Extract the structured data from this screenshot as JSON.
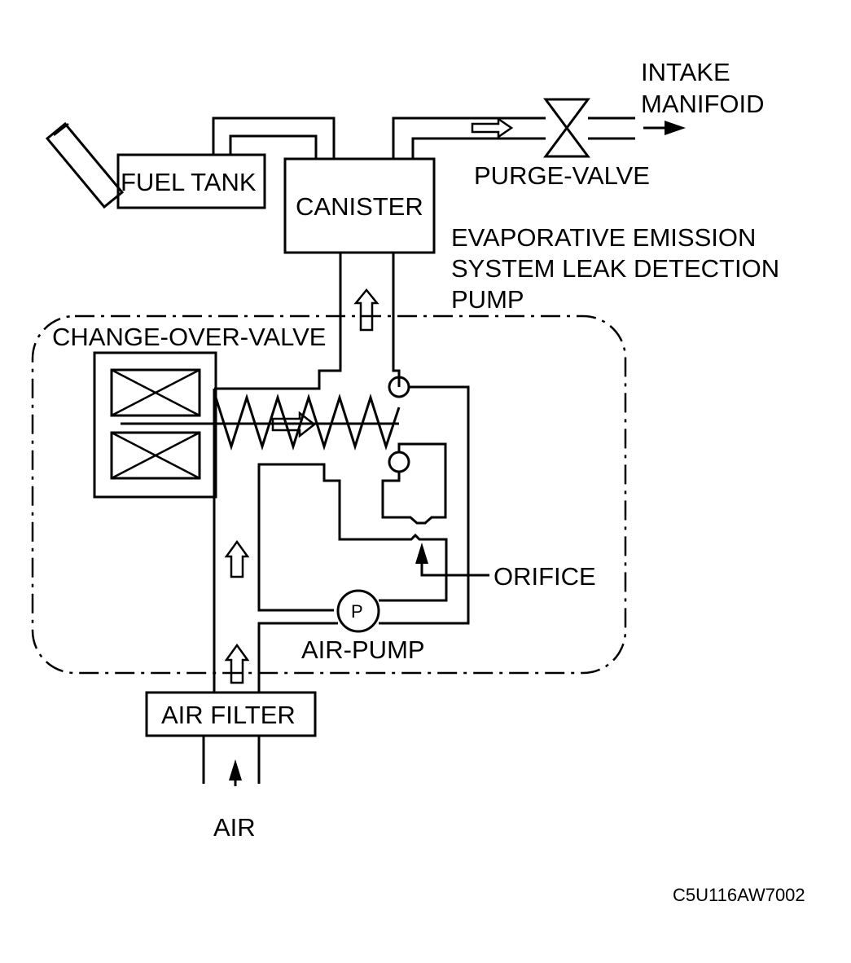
{
  "labels": {
    "intake_manifold_line1": "INTAKE",
    "intake_manifold_line2": "MANIFOID",
    "purge_valve": "PURGE-VALVE",
    "fuel_tank": "FUEL TANK",
    "canister": "CANISTER",
    "leak_pump_line1": "EVAPORATIVE EMISSION",
    "leak_pump_line2": "SYSTEM LEAK DETECTION",
    "leak_pump_line3": "PUMP",
    "change_over_valve": "CHANGE-OVER-VALVE",
    "orifice": "ORIFICE",
    "pump_symbol": "P",
    "air_pump": "AIR-PUMP",
    "air_filter": "AIR FILTER",
    "air": "AIR",
    "figure_code": "C5U116AW7002"
  },
  "colors": {
    "line": "#000000",
    "background": "#ffffff"
  }
}
